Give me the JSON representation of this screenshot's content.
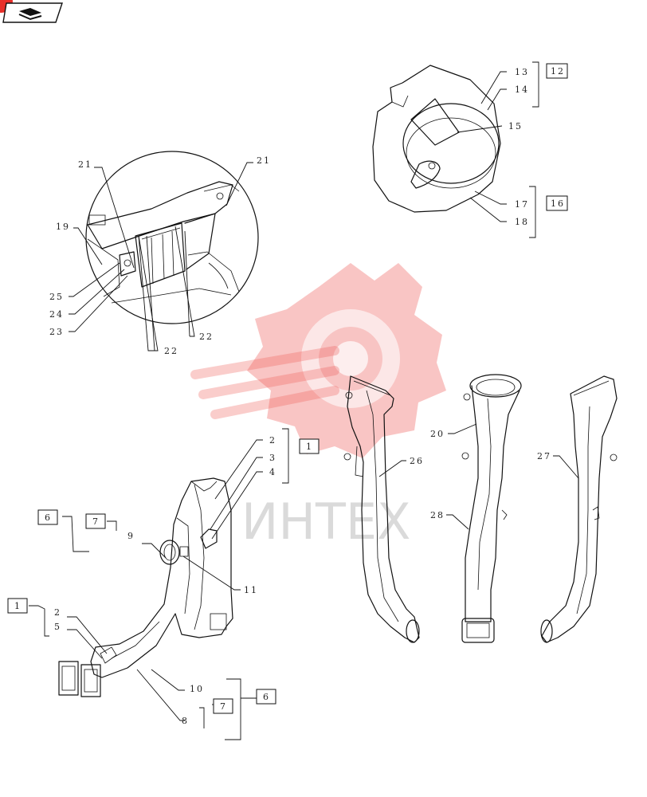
{
  "watermark": {
    "text": "ИНТЕХ",
    "color": "#e8302a"
  },
  "nav_icon": "page-turn-icon",
  "labels": {
    "l21a": "21",
    "l21b": "21",
    "l19": "19",
    "l25": "25",
    "l24": "24",
    "l23": "23",
    "l22a": "22",
    "l22b": "22",
    "l13": "13",
    "l14": "14",
    "l12": "12",
    "l15": "15",
    "l17": "17",
    "l18": "18",
    "l16": "16",
    "l20": "20",
    "l26": "26",
    "l27": "27",
    "l28": "28",
    "l2a": "2",
    "l3": "3",
    "l4": "4",
    "l1a": "1",
    "l6a": "6",
    "l7a": "7",
    "l9": "9",
    "l11": "11",
    "l1b": "1",
    "l2b": "2",
    "l5": "5",
    "l10": "10",
    "l8": "8",
    "l7b": "7",
    "l6b": "6"
  }
}
